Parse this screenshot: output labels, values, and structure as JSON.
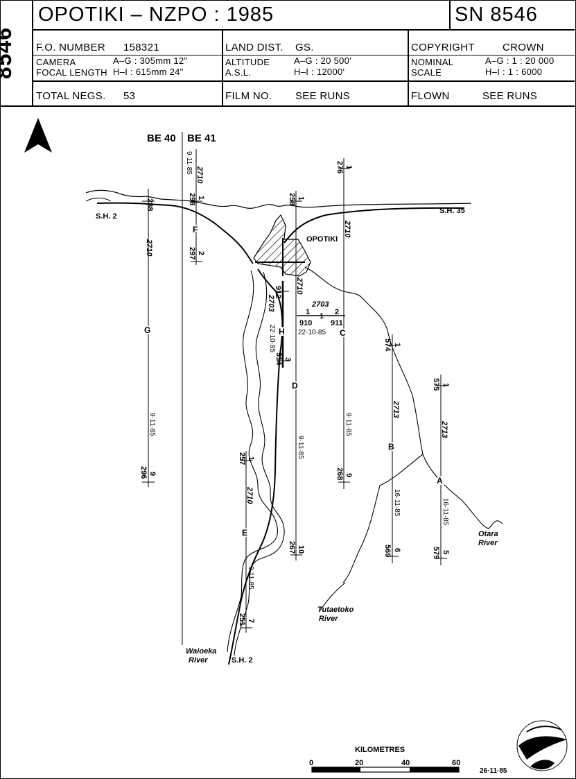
{
  "header": {
    "side_number": "8546",
    "title": "OPOTIKI – NZPO : 1985",
    "sn": "SN 8546",
    "fo_label": "F.O. NUMBER",
    "fo_value": "158321",
    "land_label": "LAND DIST.",
    "land_value": "GS.",
    "copyright_label": "COPYRIGHT",
    "copyright_value": "CROWN",
    "camera_label": "CAMERA",
    "camera_value": "A–G : 305mm 12\"",
    "focal_label": "FOCAL LENGTH",
    "focal_value": "H–I : 615mm 24\"",
    "altitude_label": "ALTITUDE",
    "altitude_value": "A–G : 20 500'",
    "asl_label": "A.S.L.",
    "asl_value": "H–I : 12000'",
    "nominal_label": "NOMINAL",
    "nominal_value": "A–G : 1 : 20 000",
    "scale_label": "SCALE",
    "scale_value": "H–I : 1 : 6000",
    "negs_label": "TOTAL NEGS.",
    "negs_value": "53",
    "film_label": "FILM NO.",
    "film_value": "SEE RUNS",
    "flown_label": "FLOWN",
    "flown_value": "SEE RUNS"
  },
  "map": {
    "north": "N",
    "grid_left": "BE 40",
    "grid_right": "BE 41",
    "town": "OPOTIKI",
    "sh2_west": "S.H. 2",
    "sh35": "S.H. 35",
    "sh2_south": "S.H. 2",
    "rivers": {
      "waioeka_1": "Waioeka",
      "waioeka_2": "River",
      "tutaetoko_1": "Tutaetoko",
      "tutaetoko_2": "River",
      "otara_1": "Otara",
      "otara_2": "River"
    },
    "run_g": {
      "letter": "G",
      "start": "288",
      "film": "2710",
      "date": "9·11·85",
      "end": "296",
      "last": "9"
    },
    "run_f": {
      "letter": "F",
      "date": "9·11·85",
      "film": "2710",
      "start": "298",
      "end": "297",
      "last": "2",
      "first": "1"
    },
    "run_e": {
      "letter": "E",
      "start": "257",
      "film": "2710",
      "date": "9·11·85",
      "end": "251",
      "last": "7",
      "first": "1"
    },
    "run_d": {
      "letter": "D",
      "start": "258",
      "film": "2710",
      "date": "9·11·85",
      "end": "267",
      "last": "10",
      "first": "1"
    },
    "run_c": {
      "letter": "C",
      "start": "276",
      "film": "2710",
      "date": "9·11·85",
      "end": "268",
      "last": "9",
      "first": "1"
    },
    "run_h": {
      "letter": "H",
      "start": "912",
      "film": "2703",
      "date": "22·10·85",
      "end": "914",
      "last": "3"
    },
    "run_i": {
      "film": "2703",
      "n1": "1",
      "n2": "1",
      "n3": "2",
      "v1": "910",
      "v2": "911",
      "date": "22·10·85"
    },
    "run_b": {
      "letter": "B",
      "start": "574",
      "film": "2713",
      "date": "16·11·85",
      "end": "569",
      "last": "6",
      "first": "1"
    },
    "run_a": {
      "letter": "A",
      "start": "575",
      "film": "2713",
      "date": "16·11·85",
      "end": "579",
      "last": "5",
      "first": "1"
    },
    "scale": {
      "title": "KILOMETRES",
      "t0": "0",
      "t1": "20",
      "t2": "40",
      "t3": "60"
    },
    "issue_date": "26·11·85"
  }
}
